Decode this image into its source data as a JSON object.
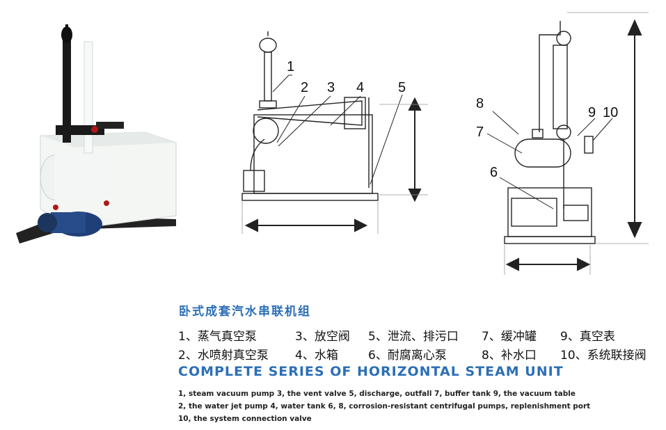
{
  "title_cn": "卧式成套汽水串联机组",
  "title_en": "COMPLETE SERIES OF HORIZONTAL STEAM UNIT",
  "legend_cn": {
    "row1": [
      "1、蒸气真空泵",
      "3、放空阀",
      "5、泄流、排污口",
      "7、缓冲罐",
      "9、真空表"
    ],
    "row2": [
      "2、水喷射真空泵",
      "4、水箱",
      "6、耐腐离心泵",
      "8、补水口",
      "10、系统联接阀"
    ]
  },
  "legend_en": {
    "line1": "1, steam vacuum pump 3, the vent valve 5, discharge, outfall 7, buffer tank 9, the vacuum table",
    "line2": "2, the water jet pump 4, water tank 6, 8, corrosion-resistant centrifugal pumps, replenishment port",
    "line3": "10, the system connection valve"
  },
  "callouts_side": [
    "1",
    "2",
    "3",
    "4",
    "5"
  ],
  "callouts_front": [
    "8",
    "7",
    "6",
    "9",
    "10"
  ]
}
